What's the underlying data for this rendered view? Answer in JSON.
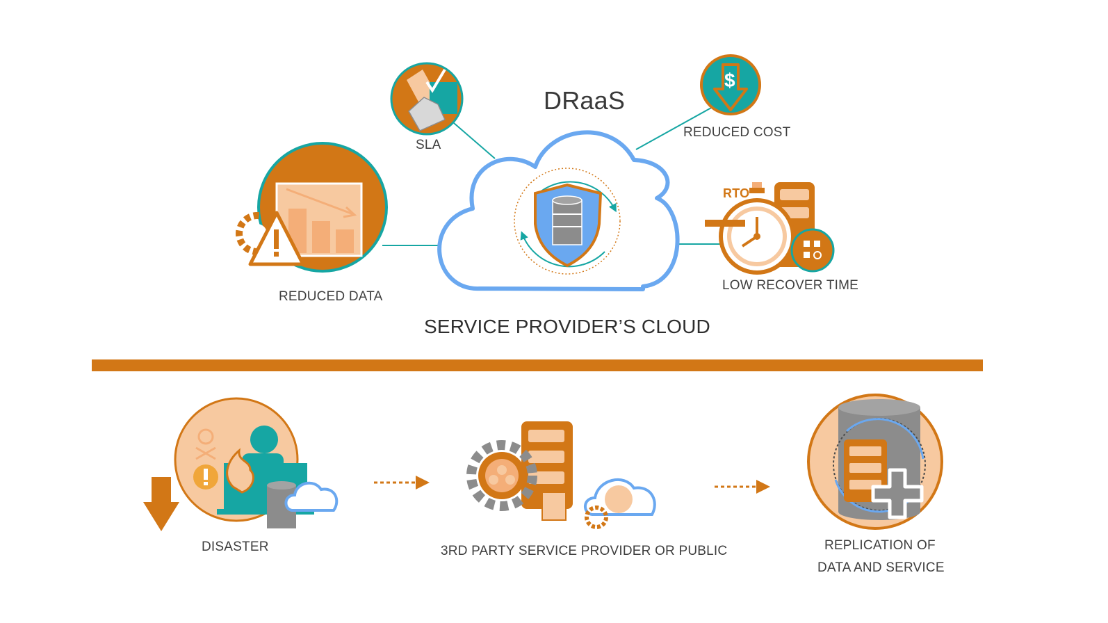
{
  "title": "DRaaS",
  "cloud_caption": "SERVICE PROVIDER’S CLOUD",
  "benefits": {
    "sla": "SLA",
    "reduced_cost": "REDUCED COST",
    "reduced_data": "REDUCED DATA",
    "low_recover_time": "LOW RECOVER TIME",
    "rto_badge": "RTO",
    "dollar_sign": "$"
  },
  "flow": {
    "disaster": "DISASTER",
    "provider": "3RD PARTY SERVICE PROVIDER OR PUBLIC",
    "replication_line1": "REPLICATION OF",
    "replication_line2": "DATA AND SERVICE"
  },
  "colors": {
    "orange": "#D27716",
    "peach": "#F7C9A0",
    "teal": "#16A6A3",
    "blue": "#6AA8F0",
    "gray": "#8C8C8C"
  }
}
